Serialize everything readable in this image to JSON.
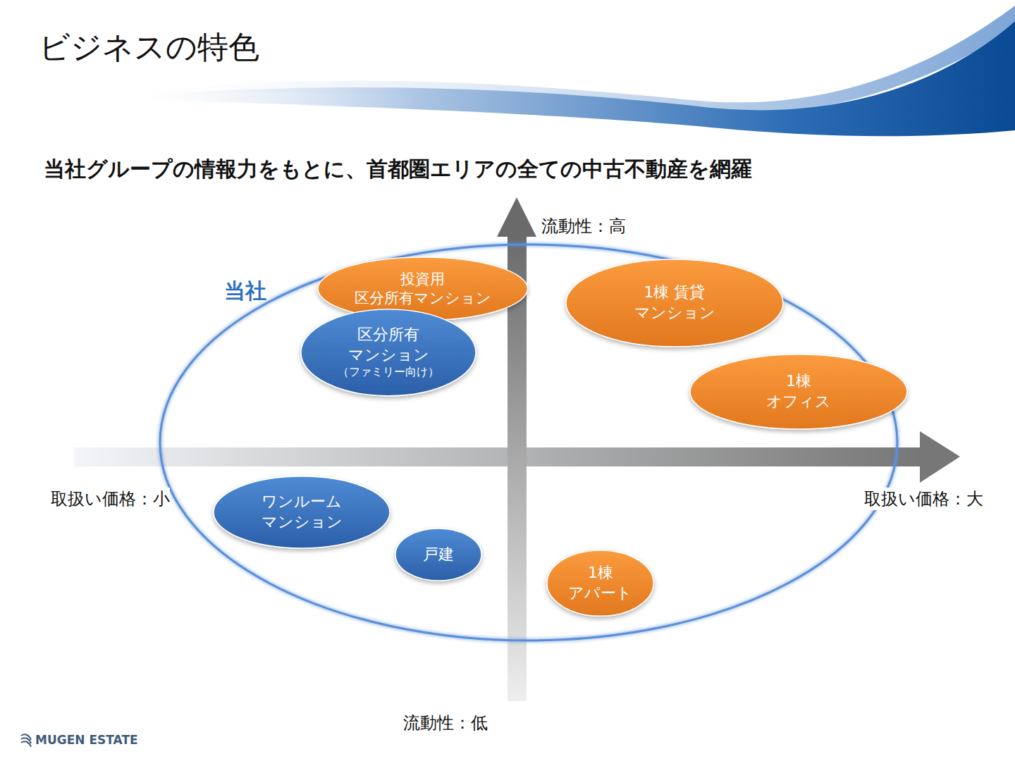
{
  "diagram": {
    "title": "ビジネスの特色",
    "nodes": [
      {
        "text": [
          "当社"
        ]
      },
      {
        "text": [
          "投資用 区分所有マンション"
        ],
        "in": 0
      },
      {
        "text": [
          "区分所有 マンション",
          "（ファミリー向け）"
        ],
        "in": 0
      },
      {
        "text": [
          "1棟 賃貸 マンション"
        ],
        "in": 0
      },
      {
        "text": [
          "1棟 オフィス"
        ],
        "in": 0
      },
      {
        "text": [
          "ワンルーム マンション"
        ],
        "in": 0
      },
      {
        "text": [
          "戸建"
        ],
        "in": 0
      },
      {
        "text": [
          "1棟 アパート"
        ],
        "in": 0
      }
    ],
    "labels": [
      "当社グループの情報力をもとに、首都圏エリアの全ての中古不動産を網羅",
      "流動性：高",
      "取扱い価格：小",
      "取扱い価格：大",
      "流動性：低",
      "MUGEN ESTATE"
    ]
  }
}
